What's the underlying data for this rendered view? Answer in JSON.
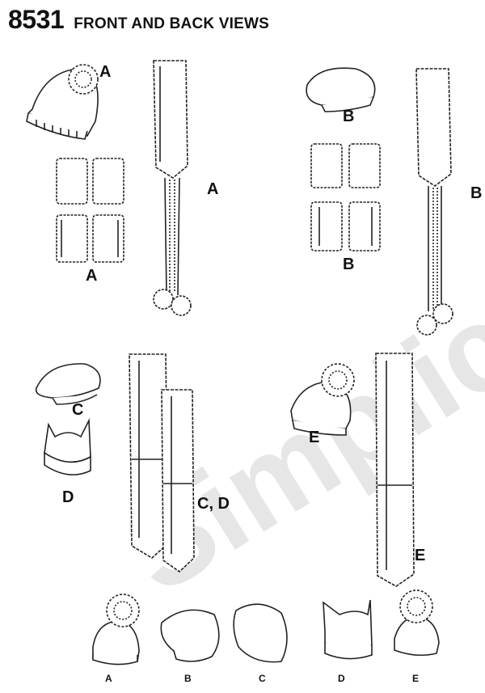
{
  "header": {
    "pattern_number": "8531",
    "title": "FRONT AND BACK VIEWS"
  },
  "watermark": {
    "text": "Simplicity"
  },
  "views": {
    "A_hat": "A",
    "A_scarf": "A",
    "A_warmers": "A",
    "B_hat": "B",
    "B_scarf": "B",
    "B_warmers": "B",
    "C_hat": "C",
    "D_hat": "D",
    "CD_scarf": "C, D",
    "E_hat": "E",
    "E_scarf": "E"
  },
  "back_views": [
    "A",
    "B",
    "C",
    "D",
    "E"
  ]
}
